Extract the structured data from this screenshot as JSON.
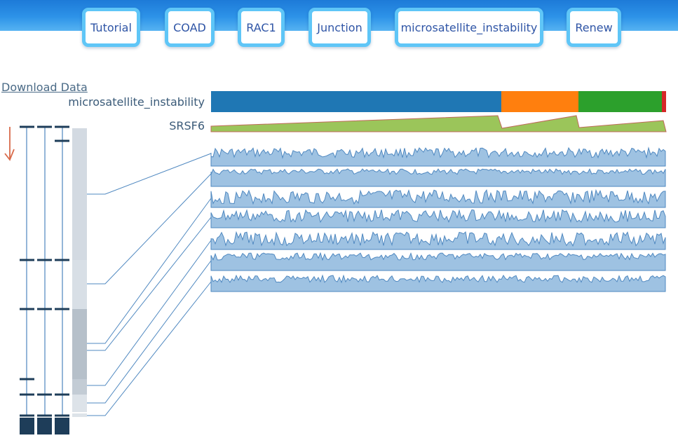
{
  "nav": {
    "buttons": [
      {
        "label": "Tutorial"
      },
      {
        "label": "COAD"
      },
      {
        "label": "RAC1"
      },
      {
        "label": "Junction"
      },
      {
        "label": "microsatellite_instability"
      },
      {
        "label": "Renew"
      }
    ]
  },
  "download_label": "Download Data",
  "tracks": {
    "category_label": "microsatellite_instability",
    "expression_label": "SRSF6"
  },
  "colors": {
    "nav_border": "#5fc6f7",
    "category_1": "#1f77b4",
    "category_2": "#ff7f0e",
    "category_3": "#2ca02c",
    "category_4": "#d62728",
    "expression_fill": "#9bc55a",
    "expression_line": "#c06a5a",
    "sample_fill": "#9ec2e2",
    "sample_line": "#4f88c0",
    "tree_color": "#1e3d59"
  },
  "icons": {
    "sort": "sort-arrow-icon"
  }
}
